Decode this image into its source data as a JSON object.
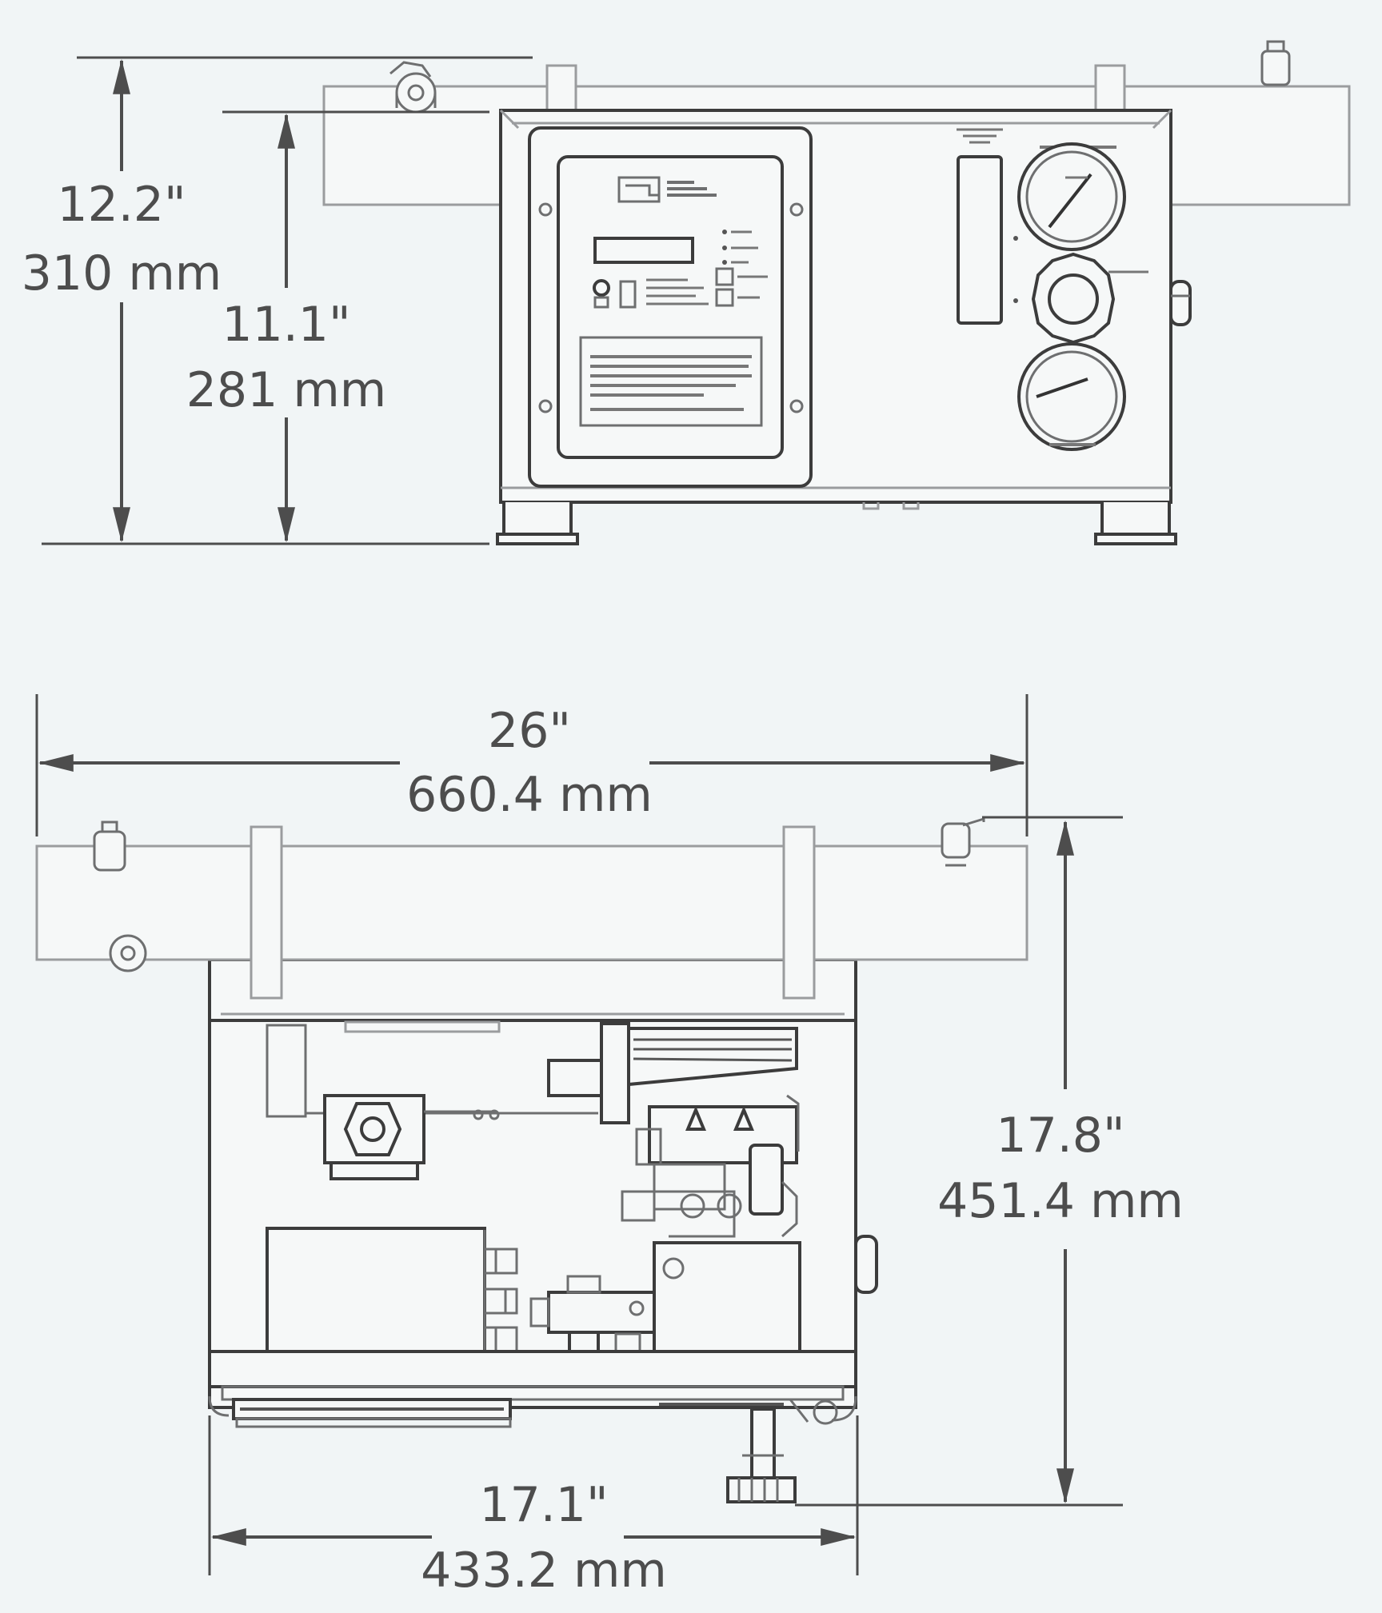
{
  "colors": {
    "background": "#f1f5f6",
    "line": "#9a9c9e",
    "dark_line": "#3c3c3c",
    "text": "#4d4d4d"
  },
  "dimensions": {
    "front_overall_height": {
      "inches": "12.2\"",
      "mm": "310 mm"
    },
    "front_body_height": {
      "inches": "11.1\"",
      "mm": "281 mm"
    },
    "top_overall_width": {
      "inches": "26\"",
      "mm": "660.4 mm"
    },
    "top_depth": {
      "inches": "17.8\"",
      "mm": "451.4 mm"
    },
    "top_body_width": {
      "inches": "17.1\"",
      "mm": "433.2 mm"
    }
  }
}
